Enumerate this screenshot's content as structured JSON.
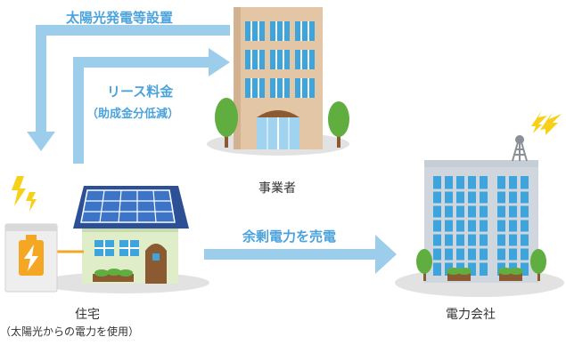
{
  "flows": {
    "install": "太陽光発電等設置",
    "lease_fee": "リース料金",
    "lease_note": "（助成金分低減）",
    "surplus": "余剰電力を売電"
  },
  "nodes": {
    "business": "事業者",
    "house": "住宅",
    "house_note": "（太陽光からの電力を使用）",
    "utility": "電力会社"
  },
  "colors": {
    "arrow": "#9ccdeb",
    "arrow_text": "#4ba3dd",
    "bolt": "#f7d117",
    "building_tan": "#e3c6a6",
    "window_blue": "#3da4dc",
    "roof_navy": "#2d4f96",
    "tree": "#5fae3f",
    "ground": "#e2e2e2"
  },
  "icons": [
    "lightning-icon",
    "battery-icon",
    "solar-panel-icon",
    "antenna-icon"
  ]
}
